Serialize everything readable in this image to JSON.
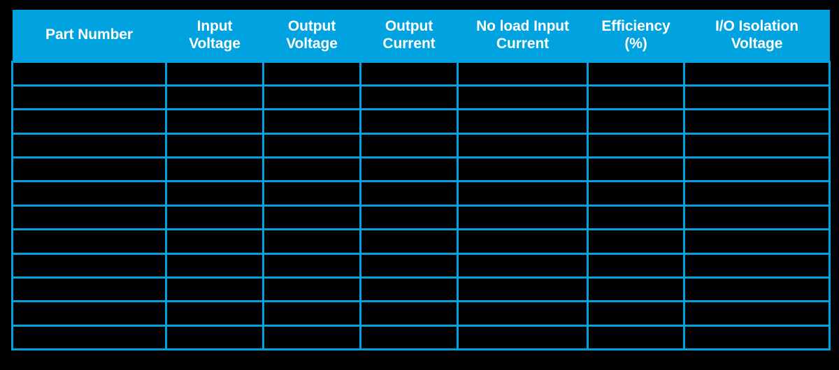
{
  "page": {
    "background_color": "#000000",
    "accent_color": "#00A3E0",
    "header_text_color": "#FFFFFF"
  },
  "table": {
    "name": "power-module-specification-table",
    "columns": [
      {
        "id": "part-number",
        "label": "Part Number"
      },
      {
        "id": "input-voltage",
        "label": "Input\nVoltage"
      },
      {
        "id": "output-voltage",
        "label": "Output\nVoltage"
      },
      {
        "id": "output-current",
        "label": "Output\nCurrent"
      },
      {
        "id": "no-load-input-current",
        "label": "No load Input\nCurrent"
      },
      {
        "id": "efficiency",
        "label": "Efficiency\n(%)"
      },
      {
        "id": "io-isolation-voltage",
        "label": "I/O Isolation\nVoltage"
      }
    ],
    "row_count": 12,
    "rows": [
      [
        "",
        "",
        "",
        "",
        "",
        "",
        ""
      ],
      [
        "",
        "",
        "",
        "",
        "",
        "",
        ""
      ],
      [
        "",
        "",
        "",
        "",
        "",
        "",
        ""
      ],
      [
        "",
        "",
        "",
        "",
        "",
        "",
        ""
      ],
      [
        "",
        "",
        "",
        "",
        "",
        "",
        ""
      ],
      [
        "",
        "",
        "",
        "",
        "",
        "",
        ""
      ],
      [
        "",
        "",
        "",
        "",
        "",
        "",
        ""
      ],
      [
        "",
        "",
        "",
        "",
        "",
        "",
        ""
      ],
      [
        "",
        "",
        "",
        "",
        "",
        "",
        ""
      ],
      [
        "",
        "",
        "",
        "",
        "",
        "",
        ""
      ],
      [
        "",
        "",
        "",
        "",
        "",
        "",
        ""
      ],
      [
        "",
        "",
        "",
        "",
        "",
        "",
        ""
      ]
    ]
  }
}
